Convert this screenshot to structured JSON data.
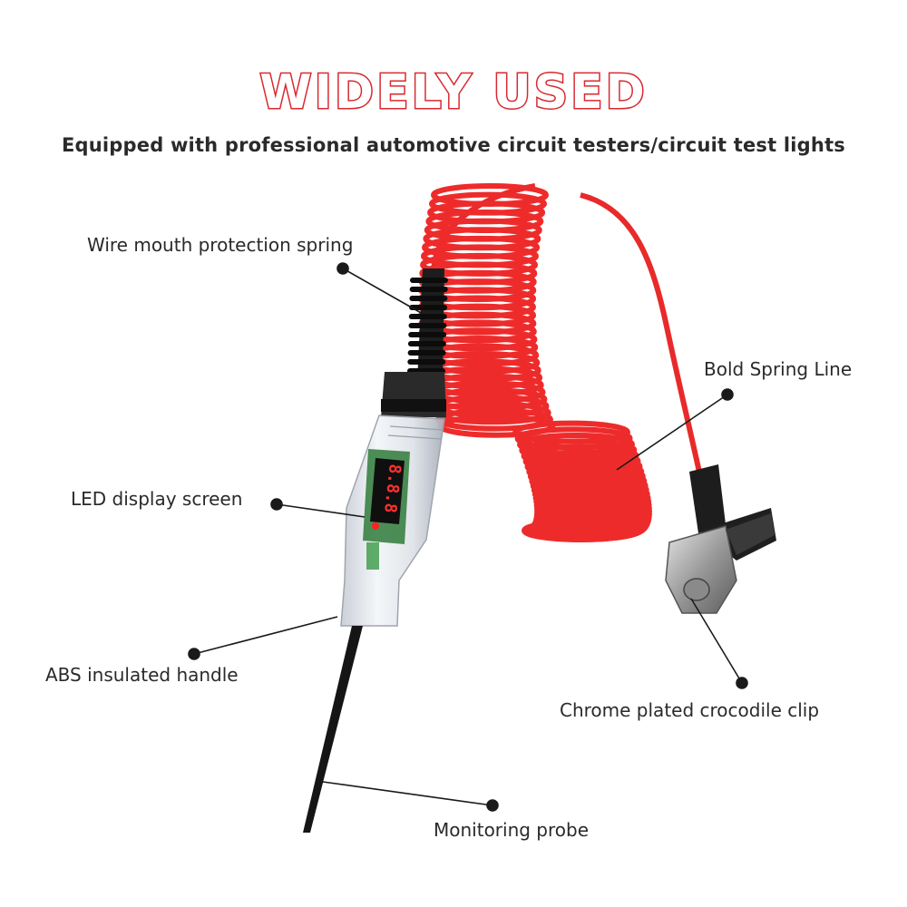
{
  "headline": "WIDELY USED",
  "subtitle": "Equipped with professional automotive circuit testers/circuit test lights",
  "callouts": {
    "wire_mouth": "Wire mouth protection spring",
    "bold_spring": "Bold Spring Line",
    "led_display": "LED display screen",
    "abs_handle": "ABS insulated handle",
    "crocodile_clip": "Chrome plated crocodile clip",
    "probe": "Monitoring probe"
  },
  "colors": {
    "accent": "#d8292f",
    "cable": "#ee2b2b",
    "text": "#2a2a2a"
  }
}
